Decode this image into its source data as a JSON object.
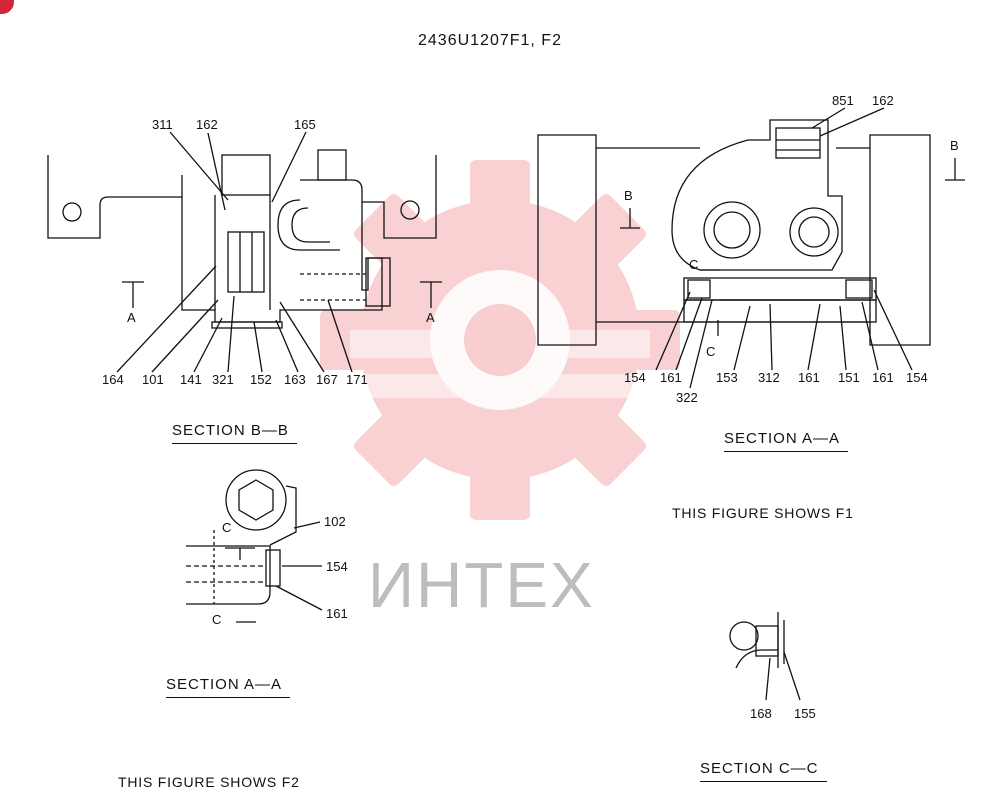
{
  "drawing": {
    "title": "2436U1207F1, F2",
    "watermark": "ИНТЕХ"
  },
  "sections": {
    "bb": {
      "caption": "SECTION  B—B"
    },
    "aa_f1": {
      "caption": "SECTION  A—A",
      "note": "THIS FIGURE SHOWS   F1"
    },
    "aa_f2": {
      "caption": "SECTION  A—A",
      "note": "THIS FIGURE SHOWS   F2"
    },
    "cc": {
      "caption": "SECTION  C—C"
    }
  },
  "markers": {
    "a_left": "A",
    "a_right": "A",
    "b_mid": "B",
    "b_right": "B",
    "c_top": "C",
    "c_bottom": "C",
    "c2_top": "C",
    "c2_bottom": "C"
  },
  "callouts": {
    "bb_311": "311",
    "bb_162": "162",
    "bb_165": "165",
    "bb_164": "164",
    "bb_101": "101",
    "bb_141": "141",
    "bb_321": "321",
    "bb_152": "152",
    "bb_163": "163",
    "bb_167": "167",
    "bb_171": "171",
    "aa_851": "851",
    "aa_162": "162",
    "aa_154a": "154",
    "aa_161a": "161",
    "aa_153": "153",
    "aa_312": "312",
    "aa_161b": "161",
    "aa_151": "151",
    "aa_161c": "161",
    "aa_154b": "154",
    "aa_322": "322",
    "f2_102": "102",
    "f2_154": "154",
    "f2_161": "161",
    "cc_168": "168",
    "cc_155": "155"
  },
  "colors": {
    "watermark_red": "#e8323c",
    "line": "#111111",
    "watermark_gray": "#bdbdbd"
  }
}
